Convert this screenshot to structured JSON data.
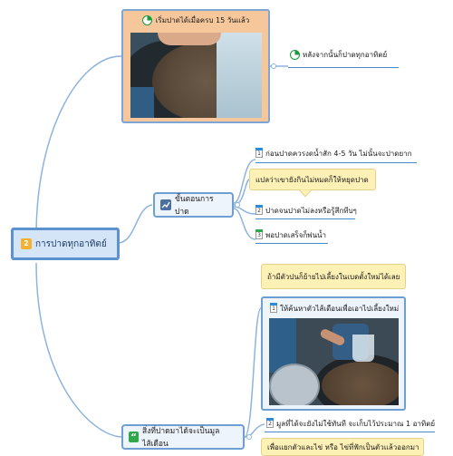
{
  "root": {
    "badge": "2",
    "label": "การปาดทุกอาทิตย์"
  },
  "top_card": {
    "label": "เริ่มปาดได้เมื่อครบ 15 วันแล้ว",
    "icon": "progress-quarter-icon"
  },
  "after_note": {
    "label": "หลังจากนั้นก็ปาดทุกอาทิตย์",
    "icon": "progress-quarter-icon"
  },
  "steps_node": {
    "label": "ขั้นตอนการปาด",
    "icon": "chart-icon"
  },
  "steps": [
    {
      "num": "1",
      "label": "ก่อนปาดควรงดน้ำสัก 4-5 วัน ไม่นั้นจะปาดยาก",
      "flag": "blue"
    },
    {
      "callout": "แปลว่าเขายังกินไม่หมดก็ให้หยุดปาด"
    },
    {
      "num": "2",
      "label": "ปาดจนปาดไม่ลงหรือรู้สึกทีบๆ",
      "flag": "blue"
    },
    {
      "num": "3",
      "label": "พอปาดเสร็จก็พ่นน้ำ",
      "flag": "green"
    }
  ],
  "worm_node": {
    "label": "สิ่งที่ปาดมาได้จะเป็นมูลไส้เดือน",
    "icon": "quote-icon"
  },
  "worm_callout_top": "ถ้ามีตัวปนก็ย้ายไปเลี้ยงในเบดตั้งใหม่ได้เลย",
  "worm_card": {
    "num": "1",
    "label": "ให้ค้นหาตัวไส้เดือนเพื่อเอาไปเลี้ยงใหม่"
  },
  "worm_item_2": {
    "num": "2",
    "label": "มูลที่ได้จะยังไม่ใช้ทันที จะเก็บไว้ประมาณ 1 อาทิตย์"
  },
  "worm_callout_bottom": "เพื่อแยกตัวและไข่ หรือ ไข่ที่ฟักเป็นตัวแล้วออกมา",
  "colors": {
    "accent": "#5b92cf",
    "card_orange": "#f6c79a",
    "callout": "#fdf1b6"
  }
}
